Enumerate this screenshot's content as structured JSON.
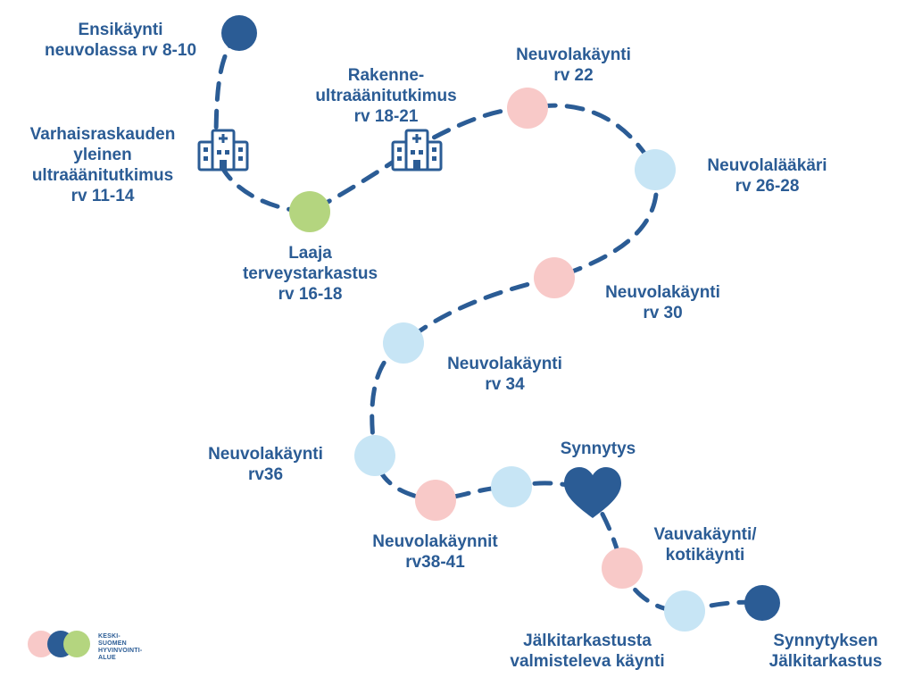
{
  "colors": {
    "navy": "#2b5c95",
    "text": "#2b5c95",
    "pink": "#f8c9c8",
    "light_blue": "#c7e5f5",
    "green": "#b4d57f"
  },
  "milestones": [
    {
      "id": "m1",
      "lines": [
        "Ensikäynti",
        "neuvolassa rv 8-10"
      ]
    },
    {
      "id": "m2",
      "lines": [
        "Varhaisraskauden",
        "yleinen",
        "ultraäänitutkimus",
        "rv 11-14"
      ],
      "icon": "hospital-icon"
    },
    {
      "id": "m3",
      "lines": [
        "Laaja",
        "terveystarkastus",
        "rv 16-18"
      ]
    },
    {
      "id": "m4",
      "lines": [
        "Rakenne-",
        "ultraäänitutkimus",
        "rv 18-21"
      ],
      "icon": "hospital-icon"
    },
    {
      "id": "m5",
      "lines": [
        "Neuvolakäynti",
        "rv 22"
      ]
    },
    {
      "id": "m6",
      "lines": [
        "Neuvolalääkäri",
        "rv 26-28"
      ]
    },
    {
      "id": "m7",
      "lines": [
        "Neuvolakäynti",
        "rv 30"
      ]
    },
    {
      "id": "m8",
      "lines": [
        "Neuvolakäynti",
        "rv 34"
      ]
    },
    {
      "id": "m9",
      "lines": [
        "Neuvolakäynti",
        "rv36"
      ]
    },
    {
      "id": "m10",
      "lines": [
        "Neuvolakäynnit",
        "rv38-41"
      ]
    },
    {
      "id": "m11",
      "lines": [
        "Synnytys"
      ],
      "icon": "heart-icon"
    },
    {
      "id": "m12",
      "lines": [
        "Vauvakäynti/",
        "kotikäynti"
      ]
    },
    {
      "id": "m13",
      "lines": [
        "Jälkitarkastusta",
        "valmisteleva käynti"
      ]
    },
    {
      "id": "m14",
      "lines": [
        "Synnytyksen",
        "Jälkitarkastus"
      ]
    }
  ],
  "logo": {
    "lines": [
      "KESKI-",
      "SUOMEN",
      "HYVINVOINTI-",
      "ALUE"
    ]
  }
}
